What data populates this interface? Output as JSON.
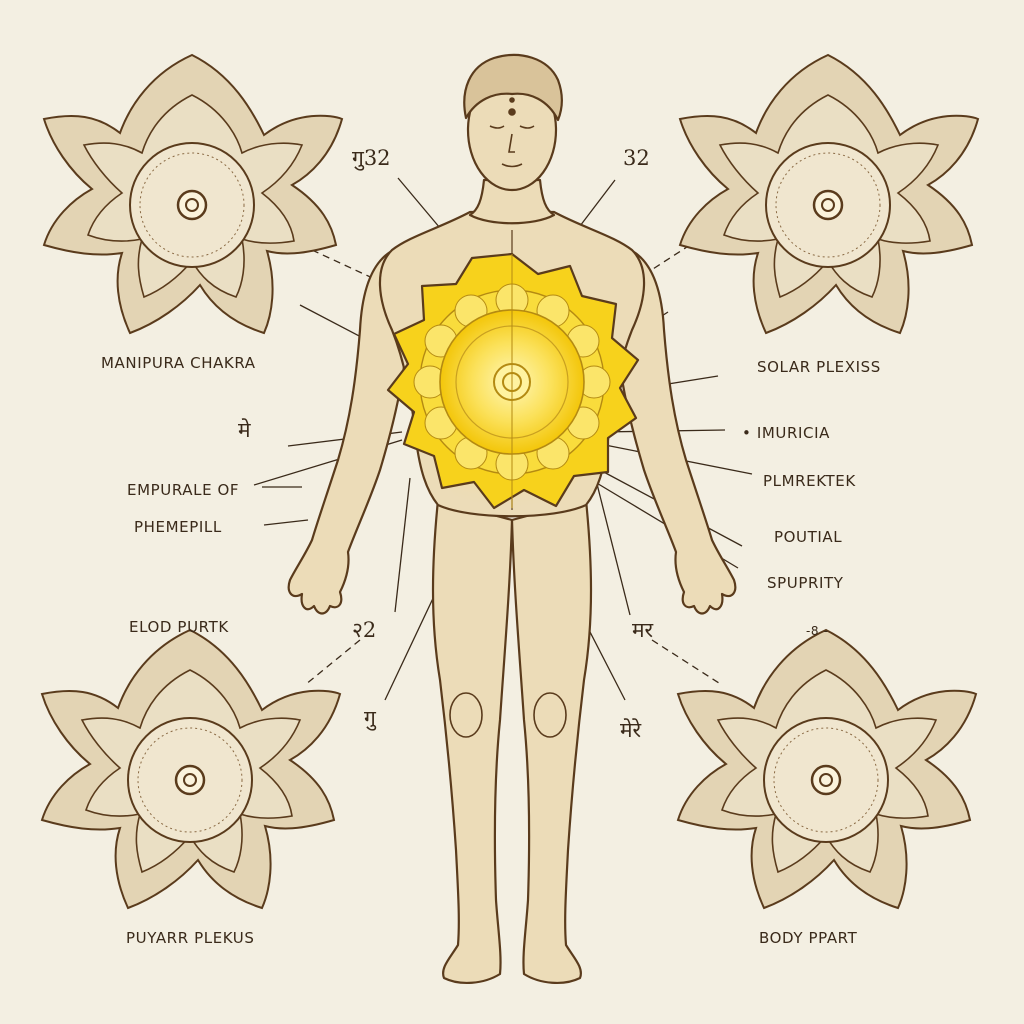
{
  "colors": {
    "background": "#f3efe2",
    "ink": "#5a3b1c",
    "skin": "#ecdcb8",
    "lotus_fill": "#e3d4b4",
    "chakra_yellow": "#f7d21c",
    "chakra_glow": "#fff3a0"
  },
  "labels": {
    "manipura_chakra": "MANIPURA CHAKRA",
    "solar_plexus": "SOLAR PLEXISS",
    "imuricia": "• IMURICIA",
    "empurale_of": "EMPURALE OF",
    "plmrektek": "PLMREKTEK",
    "phemepill": "PHEMEPILL",
    "poutial": "POUTIAL",
    "spuprity": "SPUPRITY",
    "elod_purtk": "ELOD PURTK",
    "small_mark": "-8 -",
    "puyarr_plekus": "PUYARR PLEKUS",
    "body_ppart": "BODY PPART"
  },
  "glyphs": {
    "top_left": "गु32",
    "top_right": "32",
    "mid_left": "मे",
    "mid_leg_left": "२2",
    "mid_leg_right": "मर",
    "low_left": "गु",
    "low_right": "मेरे"
  },
  "icons": [
    "lotus-icon",
    "human-figure-icon",
    "solar-chakra-icon"
  ]
}
